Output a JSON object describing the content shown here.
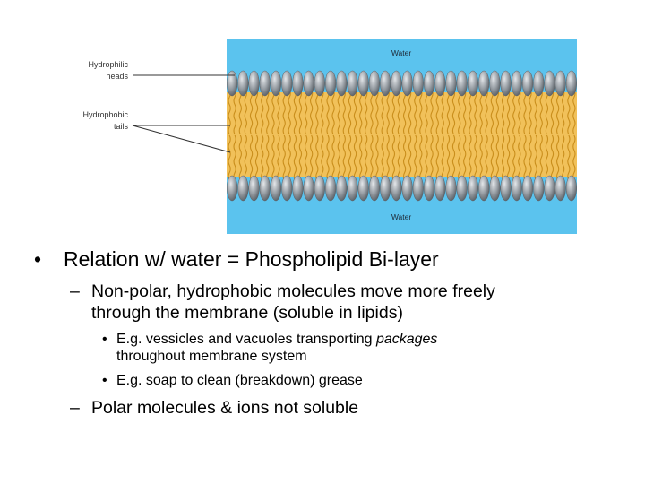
{
  "diagram": {
    "water_top": "Water",
    "water_bottom": "Water",
    "label_heads_line1": "Hydrophilic",
    "label_heads_line2": "heads",
    "label_tails_line1": "Hydrophobic",
    "label_tails_line2": "tails",
    "colors": {
      "water": "#5bc3ee",
      "lipid_tail_band": "#f1c15a",
      "tail_line": "#c98e1c",
      "head": "#8e9398",
      "leader_line": "#333333"
    }
  },
  "bullets": {
    "b1_marker": "•",
    "b1_text": "Relation w/ water  = Phospholipid Bi-layer",
    "b2a_marker": "–",
    "b2a_line1": "Non-polar, hydrophobic molecules move more freely",
    "b2a_line2": "through the membrane (soluble in lipids)",
    "b3a_marker": "•",
    "b3a_pre": "E.g. vessicles and vacuoles transporting ",
    "b3a_italic": "packages",
    "b3a_line2": "throughout membrane system",
    "b3b_marker": "•",
    "b3b_text": "E.g. soap to clean (breakdown) grease",
    "b2b_marker": "–",
    "b2b_text": "Polar molecules & ions not soluble"
  }
}
